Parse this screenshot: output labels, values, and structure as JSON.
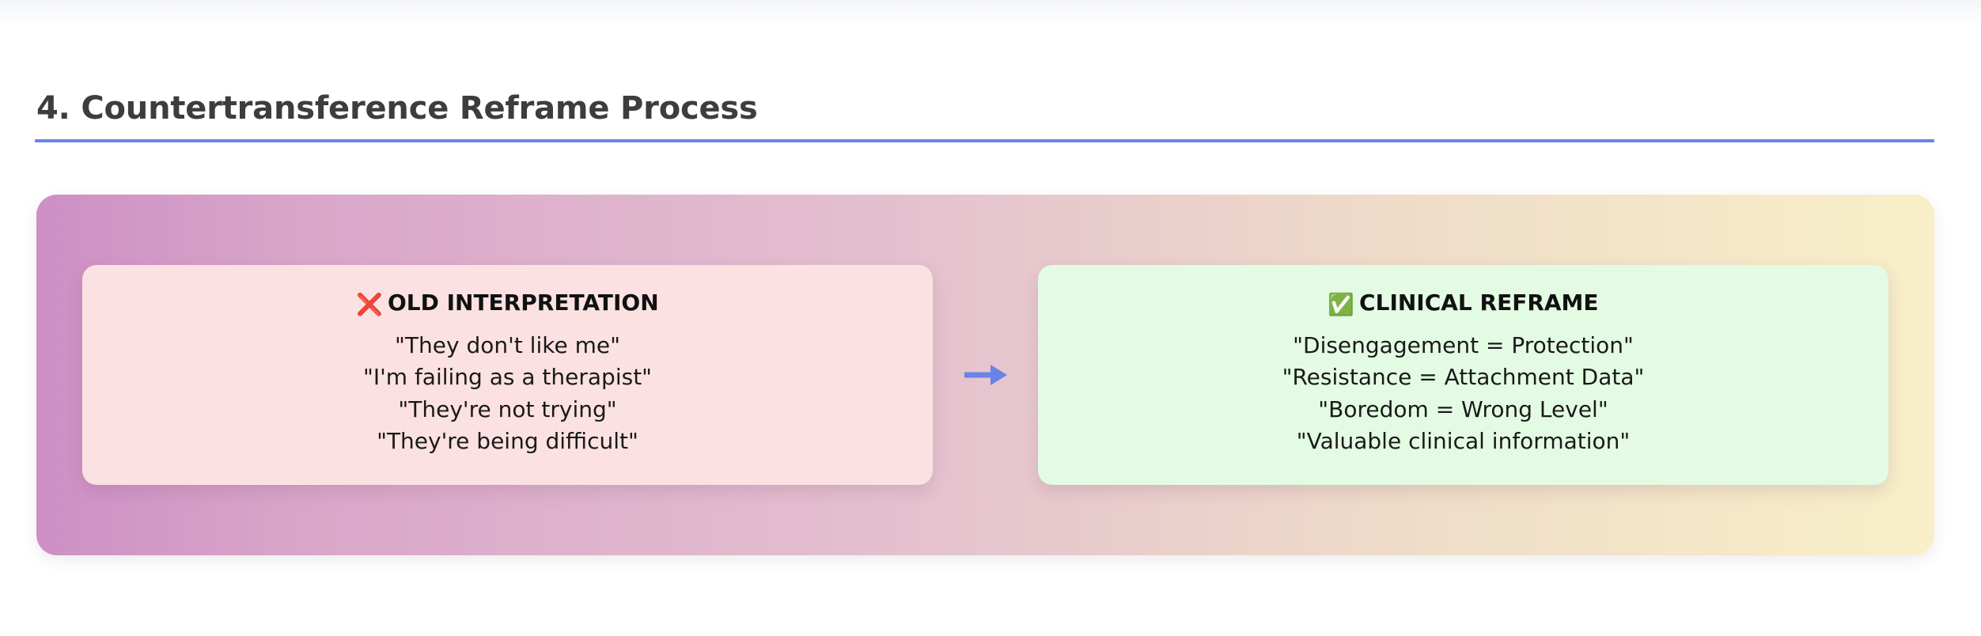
{
  "section": {
    "title": "4. Countertransference Reframe Process",
    "rule_color": "#6b82e8",
    "title_color": "#3d3d3d"
  },
  "panel": {
    "gradient_from": "#cd8fc5",
    "gradient_mid": "#e4c0cf",
    "gradient_to": "#f8efc8",
    "connector_icon": "right-arrow-icon",
    "connector_color": "#6b82e8"
  },
  "old_card": {
    "icon": "cross-mark-emoji",
    "icon_glyph": "❌",
    "heading": "OLD INTERPRETATION",
    "background": "#fce1e2",
    "lines": [
      "\"They don't like me\"",
      "\"I'm failing as a therapist\"",
      "\"They're not trying\"",
      "\"They're being difficult\""
    ]
  },
  "new_card": {
    "icon": "check-mark-button-emoji",
    "icon_glyph": "✅",
    "heading": "CLINICAL REFRAME",
    "background": "#e3fbe3",
    "lines": [
      "\"Disengagement = Protection\"",
      "\"Resistance = Attachment Data\"",
      "\"Boredom = Wrong Level\"",
      "\"Valuable clinical information\""
    ]
  }
}
